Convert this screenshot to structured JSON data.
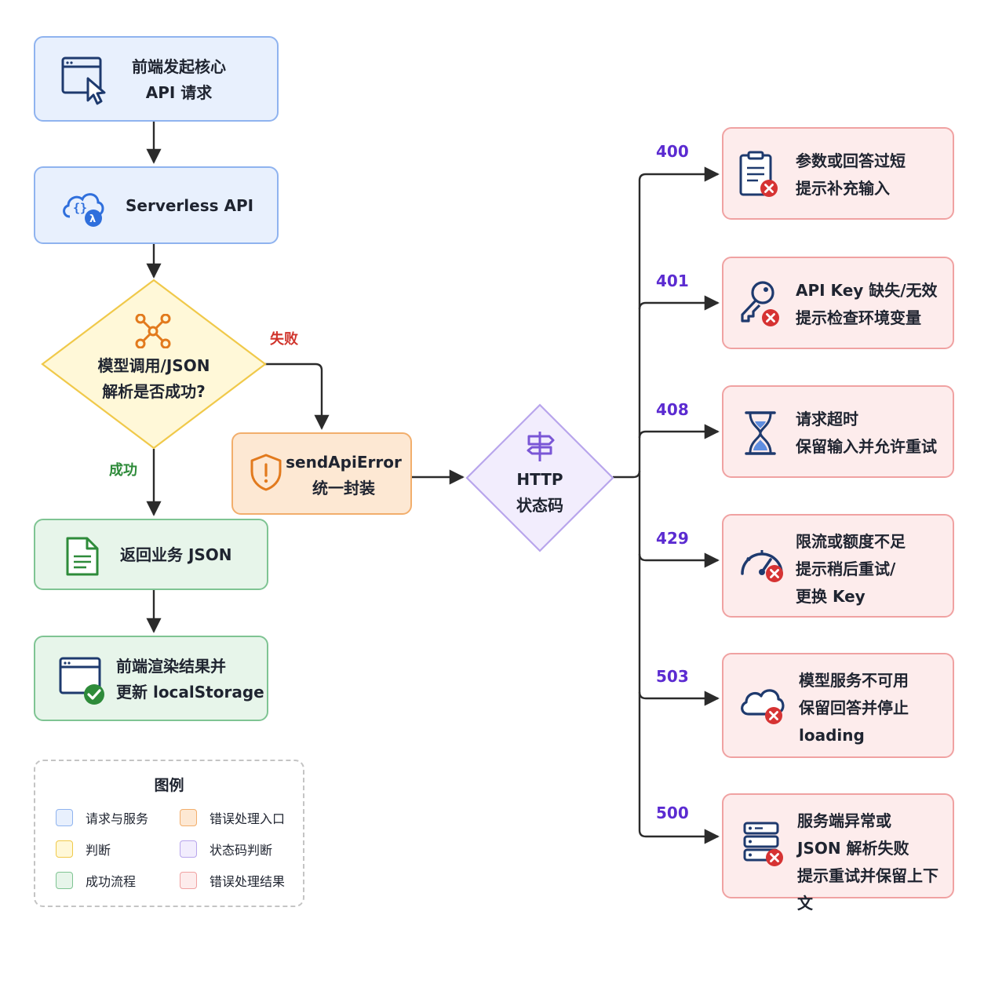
{
  "nodes": {
    "start": {
      "line1": "前端发起核心",
      "line2": "API 请求"
    },
    "serverless": {
      "label": "Serverless API"
    },
    "decision": {
      "line1": "模型调用/JSON",
      "line2": "解析是否成功?"
    },
    "fail_label": "失败",
    "success_label": "成功",
    "send_error": {
      "line1": "sendApiError",
      "line2": "统一封装"
    },
    "http": {
      "line1": "HTTP",
      "line2": "状态码"
    },
    "return_json": {
      "label": "返回业务 JSON"
    },
    "render": {
      "line1": "前端渲染结果并",
      "line2": "更新 localStorage"
    }
  },
  "errors": [
    {
      "code": "400",
      "lines": [
        "参数或回答过短",
        "提示补充输入"
      ],
      "icon": "clipboard-error-icon"
    },
    {
      "code": "401",
      "lines": [
        "API Key 缺失/无效",
        "提示检查环境变量"
      ],
      "icon": "key-error-icon"
    },
    {
      "code": "408",
      "lines": [
        "请求超时",
        "保留输入并允许重试"
      ],
      "icon": "hourglass-icon"
    },
    {
      "code": "429",
      "lines": [
        "限流或额度不足",
        "提示稍后重试/",
        "更换 Key"
      ],
      "icon": "gauge-error-icon"
    },
    {
      "code": "503",
      "lines": [
        "模型服务不可用",
        "保留回答并停止",
        "loading"
      ],
      "icon": "cloud-error-icon"
    },
    {
      "code": "500",
      "lines": [
        "服务端异常或",
        "JSON 解析失败",
        "提示重试并保留上下文"
      ],
      "icon": "server-error-icon"
    }
  ],
  "legend": {
    "title": "图例",
    "items": [
      {
        "label": "请求与服务",
        "color": "#8fb3ef"
      },
      {
        "label": "错误处理入口",
        "color": "#f2ae6c"
      },
      {
        "label": "判断",
        "color": "#f0c94a"
      },
      {
        "label": "状态码判断",
        "color": "#b8a5ec"
      },
      {
        "label": "成功流程",
        "color": "#7fc493"
      },
      {
        "label": "错误处理结果",
        "color": "#f0a2a2"
      }
    ]
  },
  "colors": {
    "code_text": "#5b2bd1",
    "fail_text": "#d0342c",
    "success_text": "#2e8b3a",
    "wire": "#2b2b2b"
  }
}
